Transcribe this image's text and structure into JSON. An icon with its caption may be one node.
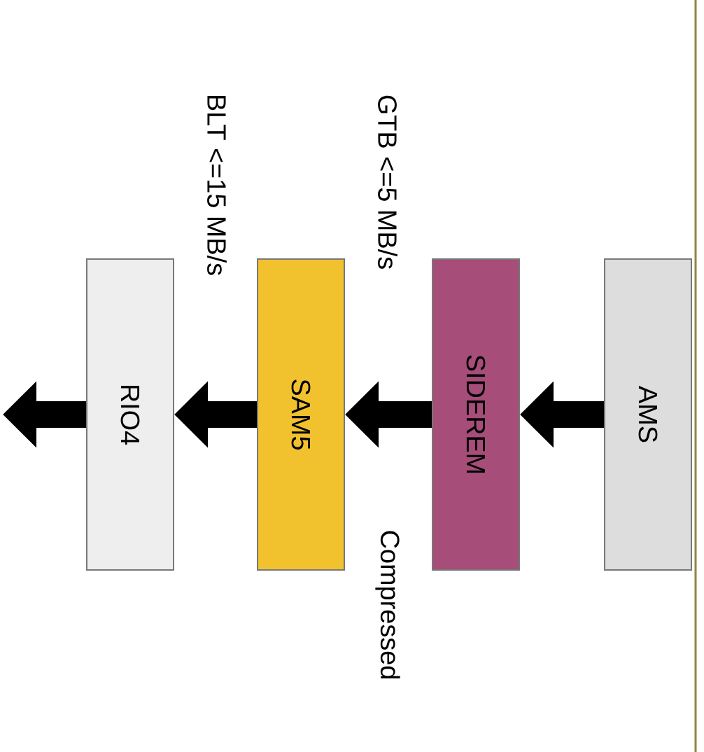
{
  "diagram": {
    "nodes": [
      {
        "text": [
          "RIO4"
        ]
      },
      {
        "text": [
          "SAM5"
        ]
      },
      {
        "text": [
          "SIDEREM"
        ]
      },
      {
        "text": [
          "AMS"
        ]
      }
    ],
    "edges": [
      {
        "from": 3,
        "to": 2,
        "arrow": "to"
      },
      {
        "from": 2,
        "to": 1,
        "arrow": "to"
      },
      {
        "from": 1,
        "to": 0,
        "arrow": "to"
      },
      {
        "from": 0,
        "to": null,
        "arrow": "to"
      }
    ],
    "labels": [
      "BLT <=15 MB/s",
      "GTB <=5 MB/s",
      "Compressed"
    ]
  }
}
